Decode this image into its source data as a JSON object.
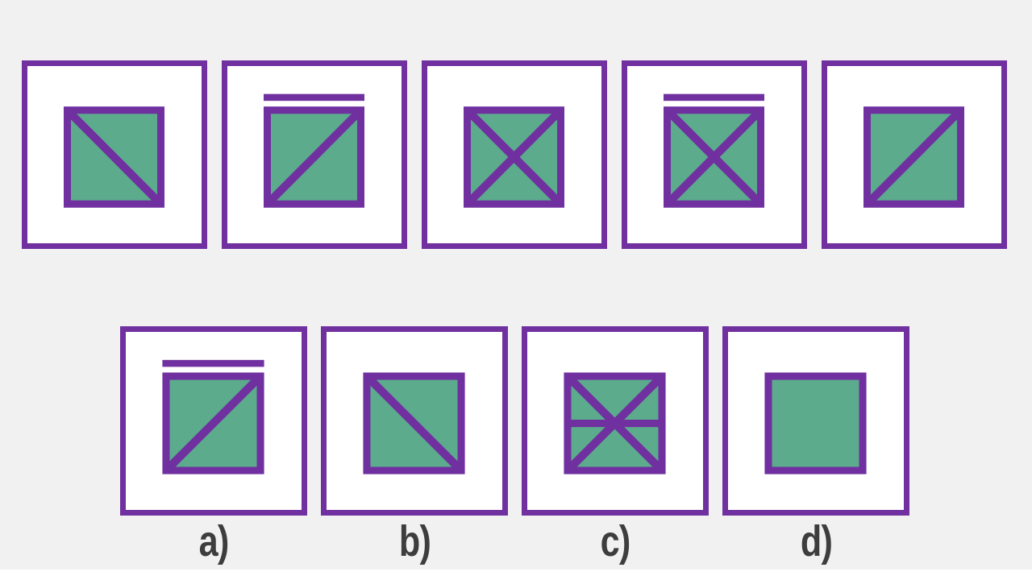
{
  "puzzle": {
    "colors": {
      "background": "#f1f1f2",
      "purple": "#7030a0",
      "green": "#5bab8c",
      "label": "#3d3d3d",
      "tile_fill": "#ffffff"
    },
    "sequence_row": {
      "tiles": [
        {
          "name": "sequence-tile-1",
          "bar": false,
          "marks": [
            "diag-down"
          ]
        },
        {
          "name": "sequence-tile-2",
          "bar": true,
          "marks": [
            "diag-up"
          ]
        },
        {
          "name": "sequence-tile-3",
          "bar": false,
          "marks": [
            "diag-down",
            "diag-up"
          ]
        },
        {
          "name": "sequence-tile-4",
          "bar": true,
          "marks": [
            "diag-down",
            "diag-up"
          ]
        },
        {
          "name": "sequence-tile-5",
          "bar": false,
          "marks": [
            "diag-up"
          ]
        }
      ]
    },
    "options_row": {
      "tiles": [
        {
          "name": "option-a",
          "label": "a)",
          "bar": true,
          "marks": [
            "diag-up"
          ]
        },
        {
          "name": "option-b",
          "label": "b)",
          "bar": false,
          "marks": [
            "diag-down"
          ]
        },
        {
          "name": "option-c",
          "label": "c)",
          "bar": false,
          "marks": [
            "diag-down",
            "diag-up",
            "h-mid"
          ]
        },
        {
          "name": "option-d",
          "label": "d)",
          "bar": false,
          "marks": []
        }
      ]
    }
  }
}
